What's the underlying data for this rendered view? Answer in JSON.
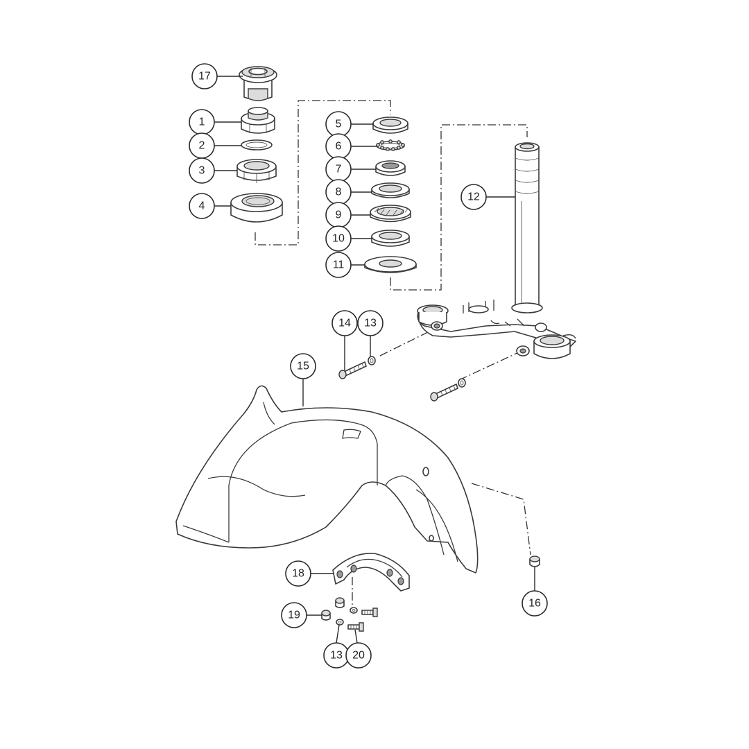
{
  "callouts": [
    {
      "id": "c17",
      "number": "17"
    },
    {
      "id": "c1",
      "number": "1"
    },
    {
      "id": "c2",
      "number": "2"
    },
    {
      "id": "c3",
      "number": "3"
    },
    {
      "id": "c4",
      "number": "4"
    },
    {
      "id": "c5",
      "number": "5"
    },
    {
      "id": "c6",
      "number": "6"
    },
    {
      "id": "c7",
      "number": "7"
    },
    {
      "id": "c8",
      "number": "8"
    },
    {
      "id": "c9",
      "number": "9"
    },
    {
      "id": "c10",
      "number": "10"
    },
    {
      "id": "c11",
      "number": "11"
    },
    {
      "id": "c12",
      "number": "12"
    },
    {
      "id": "c14",
      "number": "14"
    },
    {
      "id": "c13a",
      "number": "13"
    },
    {
      "id": "c15",
      "number": "15"
    },
    {
      "id": "c18",
      "number": "18"
    },
    {
      "id": "c16",
      "number": "16"
    },
    {
      "id": "c19",
      "number": "19"
    },
    {
      "id": "c13b",
      "number": "13"
    },
    {
      "id": "c20",
      "number": "20"
    }
  ]
}
